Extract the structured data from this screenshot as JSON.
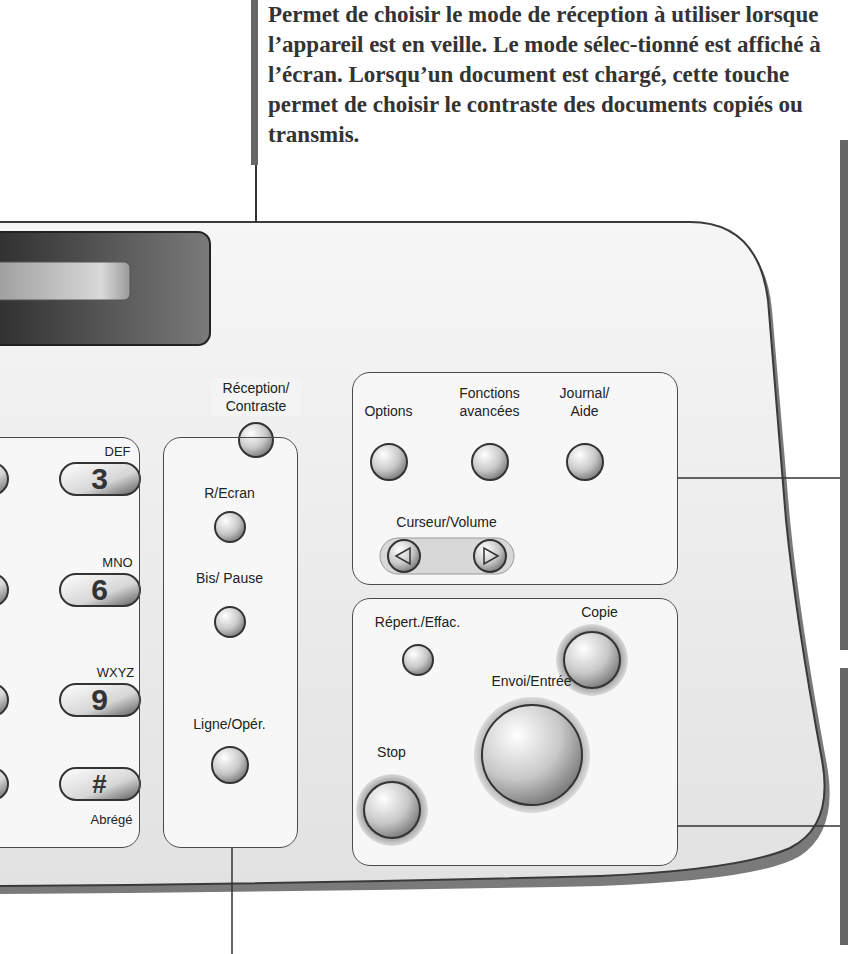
{
  "diagram": {
    "nodes": [
      {
        "text": [
          "Options",
          "Fonctions avancées",
          "Journal/ Aide",
          "Curseur/Volume"
        ]
      },
      {
        "text": [
          "DEF",
          "3",
          "MNO",
          "6",
          "WXYZ",
          "9",
          "#",
          "Abrégé"
        ]
      },
      {
        "text": [
          "R/Ecran",
          "Bis/ Pause",
          "Ligne/Opér."
        ]
      },
      {
        "text": [
          "Répert./Effac.",
          "Copie",
          "Envoi/Entrée",
          "Stop"
        ]
      }
    ],
    "labels": [
      "Permet de choisir le mode de réception à utiliser lorsque l’appareil est en veille. Le mode sélec-tionné est affiché à l’écran. Lorsqu’un document est chargé, cette touche permet de choisir le contraste des documents copiés ou transmis.",
      "Réception/ Contraste"
    ]
  }
}
